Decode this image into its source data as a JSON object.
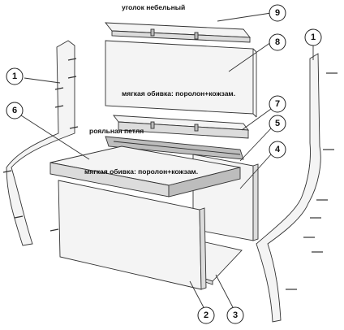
{
  "annotations": {
    "corner_bracket": "уголок небельный",
    "upholstery_back": "мягкая обивка: поролон+кожзам.",
    "piano_hinge": "рояльная петля",
    "upholstery_seat": "мягкая обивка: поролон+кожзам."
  },
  "callouts": {
    "side_left": "1",
    "side_right": "1",
    "front_panel": "2",
    "bottom_panel": "3",
    "back_panel": "4",
    "hinge_strip": "5",
    "seat_lid": "6",
    "back_lower_bar": "7",
    "back_cushion": "8",
    "back_top_bar": "9"
  },
  "colors": {
    "outline": "#333333",
    "panel_fill": "#f4f4f4",
    "panel_shade": "#dcdcdc",
    "background": "#ffffff"
  }
}
